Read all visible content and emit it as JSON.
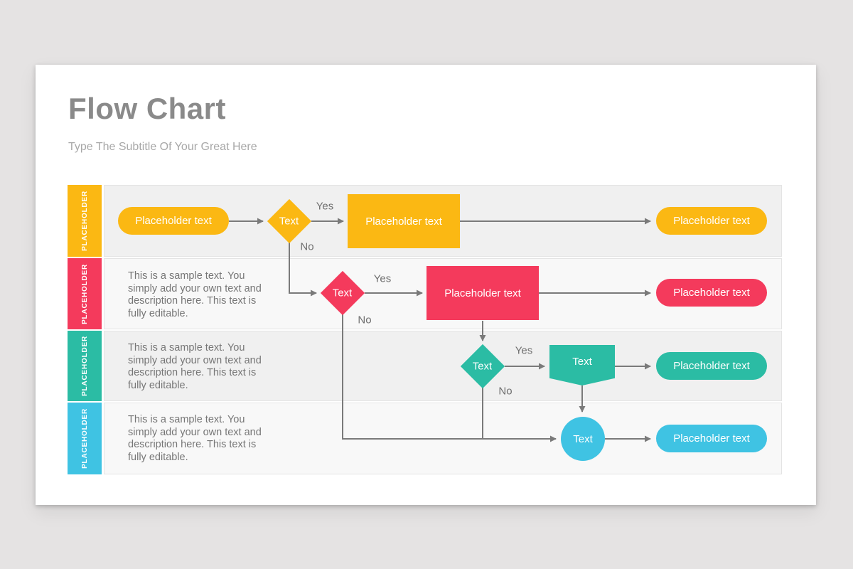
{
  "header": {
    "title": "Flow Chart",
    "subtitle": "Type The Subtitle Of Your Great Here"
  },
  "labels": {
    "yes": "Yes",
    "no": "No"
  },
  "rows": [
    {
      "tab": "PLACEHOLDER",
      "color": "#fbb813"
    },
    {
      "tab": "PLACEHOLDER",
      "color": "#f43a5c",
      "description": "This is a sample text. You simply add your own text and description here. This text is fully editable."
    },
    {
      "tab": "PLACEHOLDER",
      "color": "#2bbca4",
      "description": "This is a sample text. You simply add your own text and description here. This text is fully editable."
    },
    {
      "tab": "PLACEHOLDER",
      "color": "#3fc3e3",
      "description": "This is a sample text. You simply add your own text and description here. This text is fully editable."
    }
  ],
  "nodes": {
    "r1_start": "Placeholder text",
    "r1_decision": "Text",
    "r1_process": "Placeholder text",
    "r1_end": "Placeholder text",
    "r2_decision": "Text",
    "r2_process": "Placeholder text",
    "r2_end": "Placeholder text",
    "r3_decision": "Text",
    "r3_operation": "Text",
    "r3_end": "Placeholder text",
    "r4_connector": "Text",
    "r4_end": "Placeholder text"
  },
  "colors": {
    "yellow": "#fbb813",
    "pink": "#f43a5c",
    "teal": "#2bbca4",
    "cyan": "#3fc3e3",
    "connector_line": "#7a7a7a",
    "card_background": "#ffffff",
    "page_background": "#e5e3e3"
  }
}
